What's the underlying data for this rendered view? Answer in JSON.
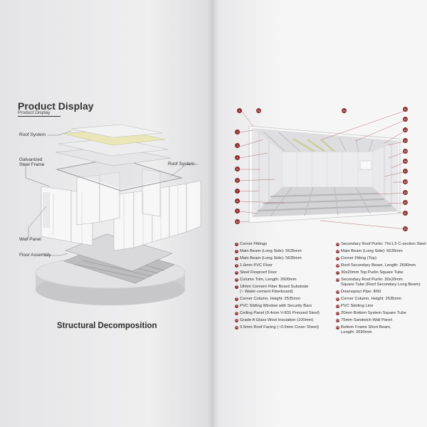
{
  "left": {
    "title": "Product Display",
    "subtitle": "Product Display",
    "labels": {
      "roof_system_left": "Roof System",
      "galvanized_frame": "Galvanized\nSteel Frame",
      "roof_system_right": "Roof System",
      "wall_panel": "Wall Panel",
      "floor_assembly": "Floor Assembly"
    },
    "bottom_title": "Structural Decomposition"
  },
  "right": {
    "callout_numbers": [
      "1",
      "2",
      "3",
      "4",
      "5",
      "6",
      "7",
      "8",
      "9",
      "10",
      "11",
      "12",
      "13",
      "14",
      "15",
      "16",
      "17",
      "18",
      "19",
      "20",
      "21",
      "22",
      "23",
      "24"
    ],
    "legend_left": [
      {
        "num": "1",
        "text": "Corner Fittings"
      },
      {
        "num": "2",
        "text": "Main Beam (Long Side): 5635mm"
      },
      {
        "num": "3",
        "text": "Main Beam (Long Side): 5635mm"
      },
      {
        "num": "4",
        "text": "1.6mm PVC Floor"
      },
      {
        "num": "5",
        "text": "Steel Fireproof Door"
      },
      {
        "num": "6",
        "text": "Column Trim, Length: 2600mm"
      },
      {
        "num": "7",
        "text": "18mm Cement Fiber Board Substrate\n(~ Water-cement Fiberboard)"
      },
      {
        "num": "8",
        "text": "Corner Column, Height: 2535mm"
      },
      {
        "num": "9",
        "text": "PVC Sliding Window with Security Bars"
      },
      {
        "num": "10",
        "text": "Ceiling Panel (0.4mm V-831 Pressed Steel)"
      },
      {
        "num": "11",
        "text": "Grade A Glass Wool Insulation (100mm)"
      },
      {
        "num": "12",
        "text": "0.5mm Roof Facing (~0.5mm Cover Sheet)"
      }
    ],
    "legend_right": [
      {
        "num": "13",
        "text": "Secondary Roof Purlin: 7#x1.5 C-section Steel"
      },
      {
        "num": "14",
        "text": "Main Beam (Long Side): 5635mm"
      },
      {
        "num": "15",
        "text": "Corner Fitting (Top)"
      },
      {
        "num": "16",
        "text": "Roof Secondary Beam, Length: 2690mm"
      },
      {
        "num": "17",
        "text": "30x20mm Top Purlin Square Tube"
      },
      {
        "num": "18",
        "text": "Secondary Roof Purlin: 30x20mm\nSquare Tube (Roof Secondary Long Beam)"
      },
      {
        "num": "19",
        "text": "Downspout Pipe: Φ50"
      },
      {
        "num": "20",
        "text": "Corner Column, Height: 2535mm"
      },
      {
        "num": "21",
        "text": "PVC Skirting Line"
      },
      {
        "num": "22",
        "text": "20mm Bottom System Square Tube"
      },
      {
        "num": "23",
        "text": "75mm Sandwich Wall Panel"
      },
      {
        "num": "24",
        "text": "Bottom Frame Short Beam,\nLength: 2690mm"
      }
    ]
  },
  "colors": {
    "accent": "#8a2a2a",
    "text": "#333333"
  }
}
